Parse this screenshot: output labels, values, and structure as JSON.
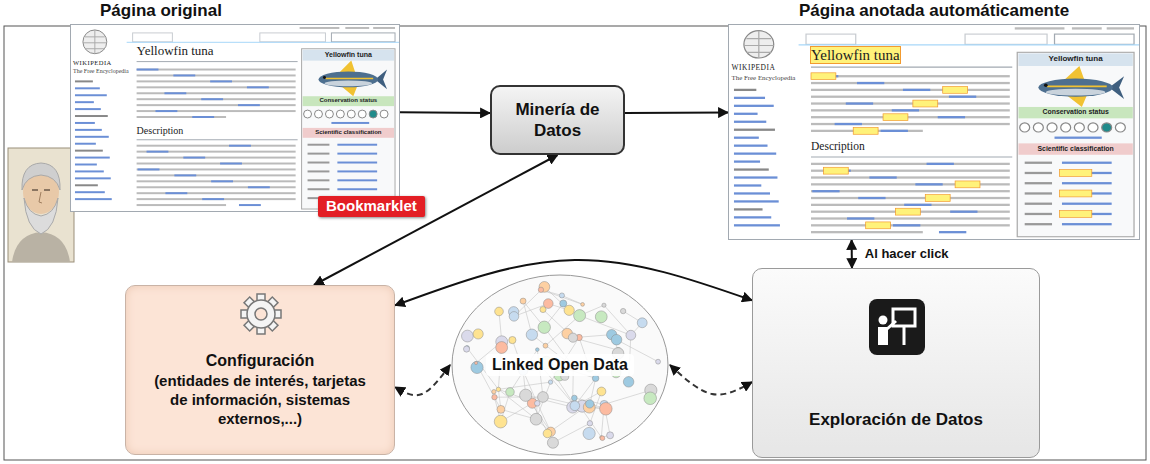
{
  "diagram": {
    "nodes": [
      {
        "text": [
          "Página original"
        ]
      },
      {
        "text": [
          "Minería de Datos"
        ]
      },
      {
        "text": [
          "Página anotada automáticamente"
        ]
      },
      {
        "text": [
          "Configuración",
          "(entidades de interés, tarjetas de información, sistemas externos,...)"
        ]
      },
      {
        "text": [
          "Linked Open Data"
        ]
      },
      {
        "text": [
          "Exploración de Datos"
        ]
      }
    ],
    "edges": [
      {
        "from": 0,
        "to": 1,
        "arrow": "to"
      },
      {
        "from": 1,
        "to": 2,
        "arrow": "to"
      },
      {
        "from": 2,
        "to": 5,
        "arrow": "both",
        "label": "Al hacer click"
      },
      {
        "from": 1,
        "to": 3,
        "arrow": "both"
      },
      {
        "from": 3,
        "to": 5,
        "arrow": "both"
      },
      {
        "from": 4,
        "to": 3,
        "arrow": "both"
      },
      {
        "from": 4,
        "to": 5,
        "arrow": "both"
      }
    ],
    "labels": [
      "WIKIPEDIA",
      "The Free Encyclopedia",
      "Yellowfin tuna",
      "Description",
      "Yellowfin tuna",
      "Conservation status",
      "Scientific classification",
      "Bookmarklet",
      "WIKIPEDIA",
      "The Free Encyclopedia",
      "Yellowfin tuna",
      "Description",
      "Yellowfin tuna",
      "Conservation status",
      "Scientific classification"
    ]
  }
}
